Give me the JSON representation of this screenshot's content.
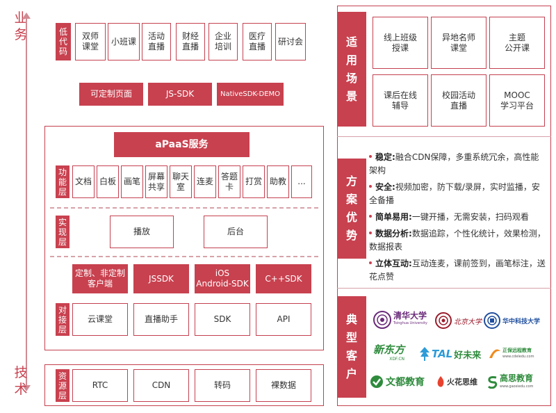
{
  "side_axis": {
    "top": "业\n务",
    "bottom": "技\n术"
  },
  "low_code": {
    "label": "低\n代\n码",
    "items": [
      "双师\n课堂",
      "小班课",
      "活动\n直播",
      "财经\n直播",
      "企业\n培训",
      "医疗\n直播",
      "研讨会"
    ]
  },
  "sdk_row": [
    "可定制页面",
    "JS-SDK",
    "NativeSDK-DEMO"
  ],
  "apaas": {
    "title": "aPaaS服务",
    "func_label": "功\n能\n层",
    "func_items": [
      "文档",
      "白板",
      "画笔",
      "屏幕\n共享",
      "聊天\n室",
      "连麦",
      "答题\n卡",
      "打赏",
      "助教",
      "..."
    ],
    "impl_label": "实\n现\n层",
    "impl_items": [
      "播放",
      "后台"
    ],
    "client_items": [
      "定制、非定制\n客户端",
      "JSSDK",
      "iOS\nAndroid-SDK",
      "C++SDK"
    ],
    "dock_label": "对\n接\n层",
    "dock_items": [
      "云课堂",
      "直播助手",
      "SDK",
      "API"
    ]
  },
  "resource": {
    "label": "资\n源\n层",
    "items": [
      "RTC",
      "CDN",
      "转码",
      "裸数据"
    ]
  },
  "scenarios": {
    "label": "适\n用\n场\n景",
    "items": [
      "线上班级\n授课",
      "异地名师\n课堂",
      "主题\n公开课",
      "课后在线\n辅导",
      "校园活动\n直播",
      "MOOC\n学习平台"
    ]
  },
  "advantages": {
    "label": "方\n案\n优\n势",
    "items": [
      {
        "title": "稳定:",
        "text": "融合CDN保障，多重系统冗余，高性能架构"
      },
      {
        "title": "安全:",
        "text": "视频加密，防下载/录屏，实时监播，安全备播"
      },
      {
        "title": "简单易用:",
        "text": "一键开播，无需安装，扫码观看"
      },
      {
        "title": "数据分析:",
        "text": "数据追踪，个性化统计，效果检测，数据报表"
      },
      {
        "title": "立体互动:",
        "text": "互动连麦，课前签到，画笔标注，送花点赞"
      }
    ]
  },
  "customers": {
    "label": "典\n型\n客\n户",
    "logos": {
      "tsinghua": "清华大学",
      "tsinghua_en": "Tsinghua University",
      "pku": "北京大学",
      "hust": "华中科技大学",
      "xdf": "新东方",
      "xdf_sub": "XDF.CN",
      "tal_a": "TAL",
      "tal_b": "好未来",
      "zhengbao": "正保远程教育",
      "zhengbao_sub": "www.cdeledu.com",
      "wendu": "文都教育",
      "huohua": "火花思维",
      "gaosi": "高思教育",
      "gaosi_sub": "www.gaosiedu.com"
    }
  },
  "colors": {
    "accent": "#c8414f",
    "logo_blue": "#1f4e9e",
    "logo_green": "#2e8b3c",
    "logo_orange": "#f08a1c"
  }
}
